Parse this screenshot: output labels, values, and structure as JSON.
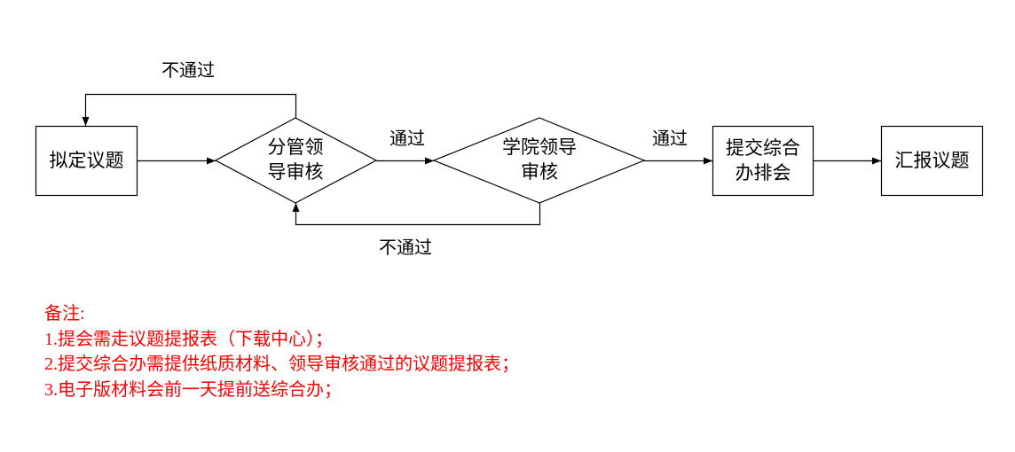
{
  "nodes": {
    "draft": "拟定议题",
    "dept_review": [
      "分管领",
      "导审核"
    ],
    "college_review": [
      "学院领导",
      "审核"
    ],
    "submit_office": [
      "提交综合",
      "办排会"
    ],
    "report": "汇报议题"
  },
  "edges": {
    "reject_top": "不通过",
    "pass_1": "通过",
    "reject_bottom": "不通过",
    "pass_2": "通过"
  },
  "notes": {
    "title": "备注:",
    "items": [
      "1.提会需走议题提报表（下载中心）；",
      "2.提交综合办需提供纸质材料、领导审核通过的议题提报表；",
      "3.电子版材料会前一天提前送综合办；"
    ]
  },
  "colors": {
    "notes": "#ff0000",
    "stroke": "#000000"
  }
}
